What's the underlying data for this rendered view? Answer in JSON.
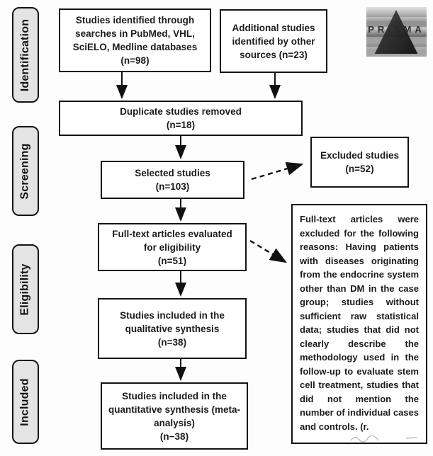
{
  "stages": [
    {
      "label": "Identification"
    },
    {
      "label": "Screening"
    },
    {
      "label": "Eligibility"
    },
    {
      "label": "Included"
    }
  ],
  "boxes": {
    "identified": {
      "text": "Studies identified through\nsearches in PubMed, VHL,\nSciELO, Medline databases\n(n=98)"
    },
    "additional": {
      "text": "Additional studies\nidentified by other\nsources (n=23)"
    },
    "duplicates": {
      "text": "Duplicate studies removed\n(n=18)"
    },
    "selected": {
      "text": "Selected studies\n(n=103)"
    },
    "excluded": {
      "text": "Excluded studies\n(n=52)"
    },
    "fulltext": {
      "text": "Full-text articles evaluated\nfor eligibility\n(n=51)"
    },
    "qualitative": {
      "text": "Studies included in the\nqualitative synthesis\n(n=38)"
    },
    "quantitative": {
      "text": "Studies included in the\nquantitative synthesis (meta-\nanalysis)\n(n−38)"
    }
  },
  "exclusion_note": {
    "text": "Full-text articles were excluded for the following reasons: Having patients with diseases originating from the endocrine system other than DM in the case group; studies without sufficient raw statistical data; studies that did not clearly describe the methodology used in the follow-up to evaluate stem cell treatment, studies that did not mention the number of individual cases and controls. (r."
  },
  "logo": {
    "label": "PRISMA"
  },
  "colors": {
    "background": "#fdfdfd",
    "box_border": "#141414",
    "stage_fill": "#e4e4e4",
    "arrow": "#111111",
    "text": "#1c1c1c"
  }
}
